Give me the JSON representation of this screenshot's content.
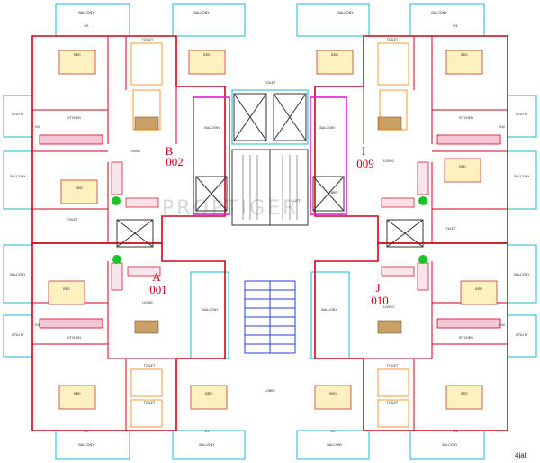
{
  "watermark": "PROPTIGER",
  "credit": "4jat",
  "units": {
    "b": {
      "letter": "B",
      "number": "002"
    },
    "i": {
      "letter": "I",
      "number": "009"
    },
    "a": {
      "letter": "A",
      "number": "001"
    },
    "j": {
      "letter": "J",
      "number": "010"
    }
  },
  "labels": {
    "balcony": "BALCONY",
    "toilet": "TOILET",
    "bed": "BED",
    "kitchen": "KITCHEN",
    "utility": "UTILITY",
    "living": "LIVING",
    "lobby": "LOBBY",
    "lift": "LIFT",
    "w1": "W1",
    "kw": "KW",
    "lift_lobby": "LOBBY"
  },
  "colors": {
    "wall": "#d0021b",
    "cyan": "#1fb6d6",
    "magenta": "#e01fd0",
    "blue": "#2b3fe0",
    "orange": "#f08000",
    "green": "#19c428",
    "wood": "#c9a065"
  }
}
